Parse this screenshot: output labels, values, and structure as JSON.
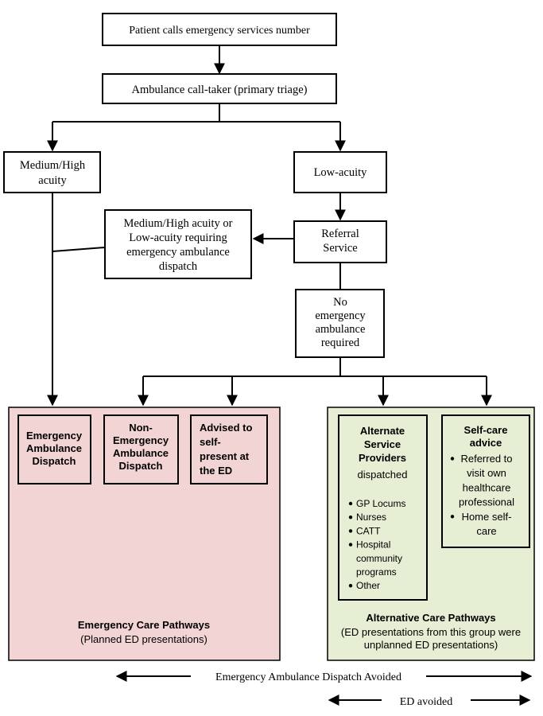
{
  "colors": {
    "emergency_fill": "#f2d4d4",
    "alternative_fill": "#e6eed4",
    "line": "#000000"
  },
  "nodes": {
    "patient_calls": [
      "Patient calls emergency services number"
    ],
    "call_taker": [
      "Ambulance call-taker (primary triage)"
    ],
    "medium_high": [
      "Medium/High",
      "acuity"
    ],
    "low_acuity": [
      "Low-acuity"
    ],
    "referral_service": [
      "Referral",
      "Service"
    ],
    "medium_high_or_low": [
      "Medium/High acuity or",
      "Low-acuity requiring",
      "emergency ambulance",
      "dispatch"
    ],
    "no_emergency": [
      "No",
      "emergency",
      "ambulance",
      "required"
    ],
    "emergency_ambulance_dispatch": [
      "Emergency",
      "Ambulance",
      "Dispatch"
    ],
    "non_emergency_dispatch": [
      "Non-",
      "Emergency",
      "Ambulance",
      "Dispatch"
    ],
    "advised_self_present": [
      "Advised to",
      "self-",
      "present at",
      "the ED"
    ],
    "alternate_providers": {
      "heading": [
        "Alternate",
        "Service",
        "Providers"
      ],
      "sub": "dispatched",
      "bullets": [
        "GP Locums",
        "Nurses",
        "CATT",
        "Hospital",
        "community",
        "programs",
        "Other"
      ]
    },
    "self_care": {
      "heading": [
        "Self-care",
        "advice"
      ],
      "bullets": [
        "Referred to",
        "visit own",
        "healthcare",
        "professional",
        "Home self-",
        "care"
      ]
    }
  },
  "panels": {
    "emergency": {
      "title": "Emergency Care Pathways",
      "subtitle": "(Planned ED presentations)"
    },
    "alternative": {
      "title": "Alternative Care Pathways",
      "subtitle_lines": [
        "(ED presentations from this group were",
        "unplanned ED presentations)"
      ]
    }
  },
  "spans": {
    "dispatch_avoided": "Emergency Ambulance Dispatch Avoided",
    "ed_avoided": "ED avoided"
  }
}
